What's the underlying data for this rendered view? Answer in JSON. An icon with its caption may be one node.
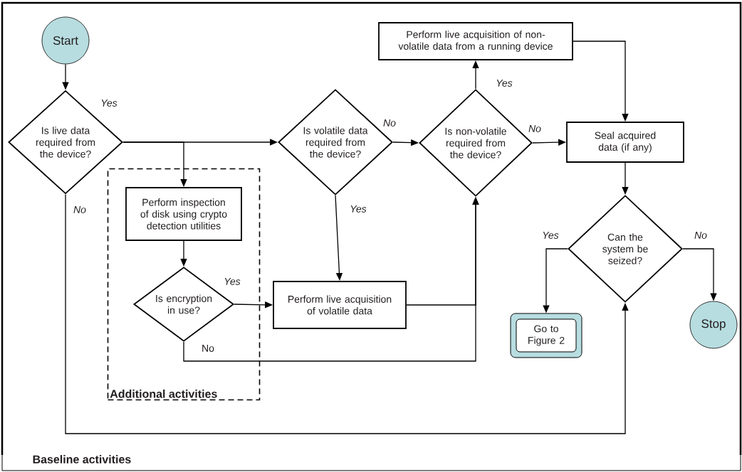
{
  "diagram": {
    "nodes": [
      {
        "text": [
          "Baseline activities"
        ]
      },
      {
        "text": [
          "Start"
        ],
        "in": 0
      },
      {
        "text": [
          "Is live data required from the device?"
        ],
        "in": 0
      },
      {
        "text": [
          "Additional activities"
        ],
        "in": 0
      },
      {
        "text": [
          "Perform inspection of disk using crypto detection utilities"
        ],
        "in": 3
      },
      {
        "text": [
          "Is encryption in use?"
        ],
        "in": 3
      },
      {
        "text": [
          "Is volatile data required from the device?"
        ],
        "in": 0
      },
      {
        "text": [
          "Perform live acquisition of volatile data"
        ],
        "in": 0
      },
      {
        "text": [
          "Is non-volatile required from the device?"
        ],
        "in": 0
      },
      {
        "text": [
          "Perform live acquisition of non-volatile data from a running device"
        ],
        "in": 0
      },
      {
        "text": [
          "Seal acquired data (if any)"
        ],
        "in": 0
      },
      {
        "text": [
          "Can the system be seized?"
        ],
        "in": 0
      },
      {
        "text": [
          "Go to Figure 2"
        ],
        "in": 0
      },
      {
        "text": [
          "Stop"
        ],
        "in": 0
      }
    ],
    "edges": [
      {
        "from": 1,
        "to": 2,
        "arrow": "to"
      },
      {
        "from": 2,
        "to": 6,
        "arrow": "to",
        "label": "Yes"
      },
      {
        "from": 2,
        "to": 4,
        "arrow": "to"
      },
      {
        "from": 2,
        "to": 11,
        "arrow": "to",
        "label": "No"
      },
      {
        "from": 4,
        "to": 5,
        "arrow": "to"
      },
      {
        "from": 5,
        "to": 7,
        "arrow": "to",
        "label": "Yes"
      },
      {
        "from": 5,
        "to": 8,
        "arrow": "to",
        "label": "No"
      },
      {
        "from": 6,
        "to": 8,
        "arrow": "to",
        "label": "No"
      },
      {
        "from": 6,
        "to": 7,
        "arrow": "to",
        "label": "Yes"
      },
      {
        "from": 7,
        "to": 8,
        "arrow": "to"
      },
      {
        "from": 8,
        "to": 9,
        "arrow": "to",
        "label": "Yes"
      },
      {
        "from": 8,
        "to": 10,
        "arrow": "to",
        "label": "No"
      },
      {
        "from": 9,
        "to": 10,
        "arrow": "to"
      },
      {
        "from": 10,
        "to": 11,
        "arrow": "to"
      },
      {
        "from": 11,
        "to": 12,
        "arrow": "to",
        "label": "Yes"
      },
      {
        "from": 11,
        "to": 13,
        "arrow": "to",
        "label": "No"
      }
    ]
  }
}
